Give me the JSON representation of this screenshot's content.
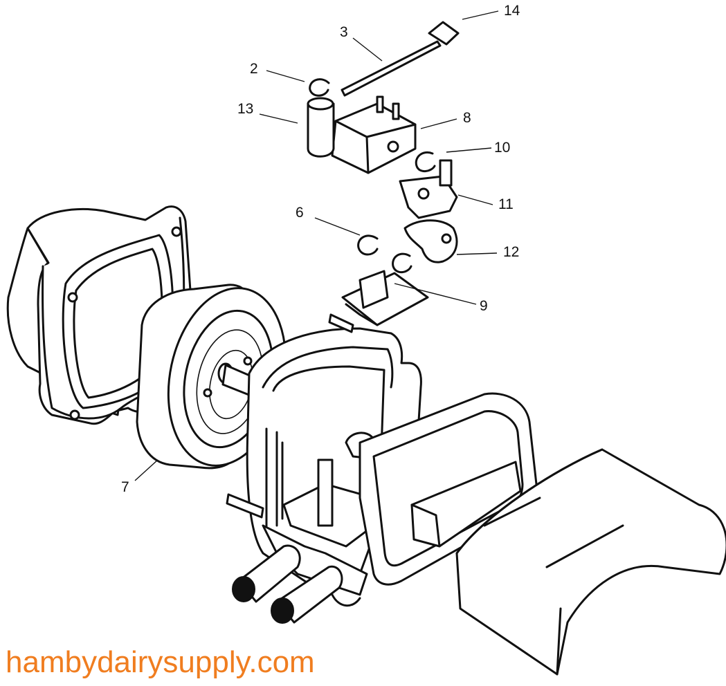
{
  "watermark": "hambydairysupply.com",
  "callouts": [
    {
      "id": "14",
      "text": "14"
    },
    {
      "id": "3",
      "text": "3"
    },
    {
      "id": "2",
      "text": "2"
    },
    {
      "id": "13",
      "text": "13"
    },
    {
      "id": "8",
      "text": "8"
    },
    {
      "id": "10",
      "text": "10"
    },
    {
      "id": "11",
      "text": "11"
    },
    {
      "id": "6",
      "text": "6"
    },
    {
      "id": "12",
      "text": "12"
    },
    {
      "id": "9",
      "text": "9"
    },
    {
      "id": "7",
      "text": "7"
    }
  ],
  "colors": {
    "linework": "#111111",
    "watermark": "#f07d1f",
    "background": "#ffffff"
  }
}
